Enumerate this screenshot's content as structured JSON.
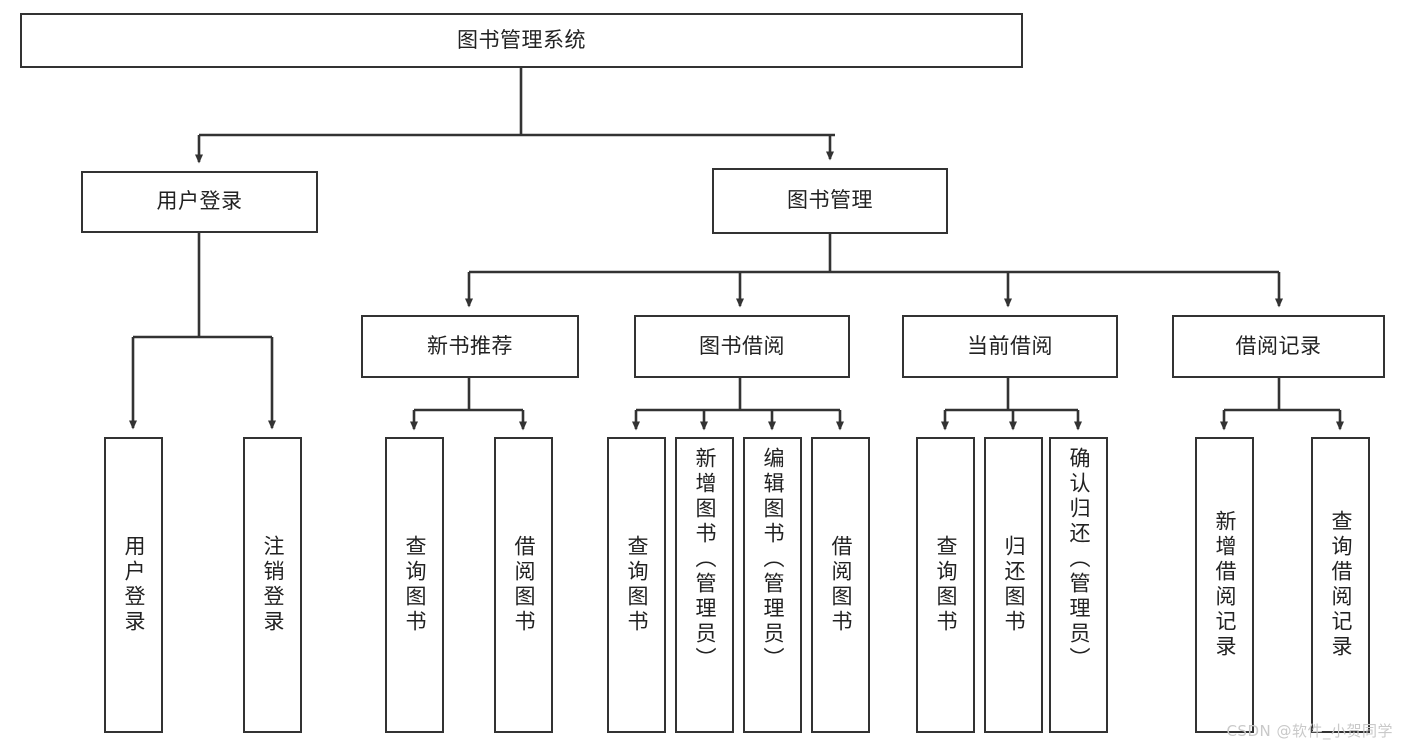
{
  "diagram": {
    "type": "tree",
    "title": "图书管理系统",
    "watermark": "CSDN @软件_小贺同学",
    "colors": {
      "box_border": "#333333",
      "box_fill": "#ffffff",
      "connector": "#333333",
      "text": "#222222",
      "watermark": "#c9c9c9",
      "background": "#ffffff"
    },
    "levels": {
      "root": {
        "label": "图书管理系统"
      },
      "level2": [
        {
          "label": "用户登录"
        },
        {
          "label": "图书管理"
        }
      ],
      "level3": [
        {
          "label": "新书推荐"
        },
        {
          "label": "图书借阅"
        },
        {
          "label": "当前借阅"
        },
        {
          "label": "借阅记录"
        }
      ],
      "leaves": {
        "user_login": [
          {
            "label": "用户登录"
          },
          {
            "label": "注销登录"
          }
        ],
        "new_book_recommend": [
          {
            "label": "查询图书"
          },
          {
            "label": "借阅图书"
          }
        ],
        "book_borrow": [
          {
            "label": "查询图书"
          },
          {
            "label": "新增图书（管理员）"
          },
          {
            "label": "编辑图书（管理员）"
          },
          {
            "label": "借阅图书"
          }
        ],
        "current_borrow": [
          {
            "label": "查询图书"
          },
          {
            "label": "归还图书"
          },
          {
            "label": "确认归还（管理员）"
          }
        ],
        "borrow_record": [
          {
            "label": "新增借阅记录"
          },
          {
            "label": "查询借阅记录"
          }
        ]
      }
    }
  }
}
